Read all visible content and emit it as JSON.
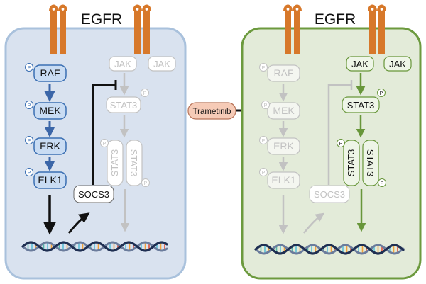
{
  "receptor_left": {
    "label": "EGFR"
  },
  "receptor_right": {
    "label": "EGFR"
  },
  "drug": {
    "label": "Trametinib"
  },
  "phospho_symbol": "P",
  "left_cell": {
    "mapk": [
      "RAF",
      "MEK",
      "ERK",
      "ELK1"
    ],
    "jak_labels": [
      "JAK",
      "JAK"
    ],
    "stat3_label": "STAT3",
    "dimer_labels": [
      "STAT3",
      "STAT3"
    ],
    "socs3_label": "SOCS3"
  },
  "right_cell": {
    "mapk": [
      "RAF",
      "MEK",
      "ERK",
      "ELK1"
    ],
    "jak_labels": [
      "JAK",
      "JAK"
    ],
    "stat3_label": "STAT3",
    "dimer_labels": [
      "STAT3",
      "STAT3"
    ],
    "socs3_label": "SOCS3"
  },
  "colors": {
    "left_cell_fill": "#d9e2ef",
    "left_cell_border": "#a9c1dc",
    "right_cell_fill": "#e3ebd9",
    "right_cell_border": "#6c9a3e",
    "receptor": "#d7782a",
    "mapk_box_fill": "#c9dcf3",
    "mapk_box_border": "#3a6fb3",
    "mapk_arrow": "#3b66a8",
    "green_box_fill": "#eef5e7",
    "green_stroke": "#68963a",
    "inactive": "#c2c2c2",
    "drug_fill": "#f6cbb7",
    "drug_border": "#b87358",
    "dna_a": "#1f2f52",
    "dna_b": "#6b7c9c",
    "dna_rungs": [
      "#e0503c",
      "#56b6a8",
      "#5cc0d8",
      "#f0a23c"
    ]
  }
}
